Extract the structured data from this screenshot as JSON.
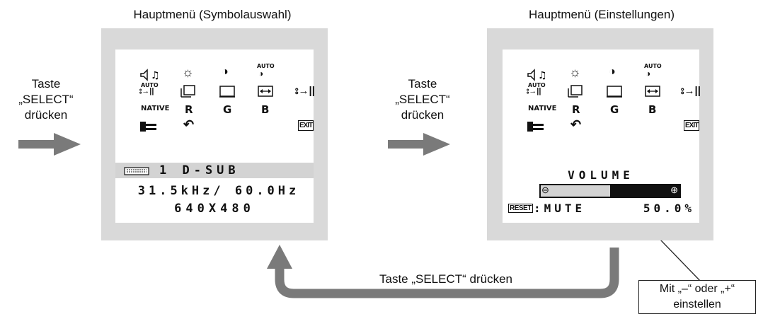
{
  "left_panel": {
    "title": "Hauptmenü (Symbolauswahl)",
    "icons": {
      "auto": "AUTO",
      "native": "NATIVE",
      "r": "R",
      "g": "G",
      "b": "B",
      "exit": "EXIT"
    },
    "input_source": "1 D-SUB",
    "frequency": "31.5kHz/ 60.0Hz",
    "resolution": "640X480"
  },
  "right_panel": {
    "title": "Hauptmenü (Einstellungen)",
    "icons": {
      "auto": "AUTO",
      "native": "NATIVE",
      "r": "R",
      "g": "G",
      "b": "B",
      "exit": "EXIT"
    },
    "setting_name": "VOLUME",
    "reset_label": "RESET",
    "reset_action": ":MUTE",
    "value_text": "50.0%",
    "slider_level": 0.5
  },
  "step_left": "Taste\n„SELECT“\ndrücken",
  "step_middle": "Taste\n„SELECT“\ndrücken",
  "step_bottom": "Taste „SELECT“ drücken",
  "callout": "Mit „–“ oder „+“\neinstellen",
  "colors": {
    "arrow": "#7a7a7a",
    "panel": "#d9d9d9",
    "highlight": "#d3d3d3"
  }
}
